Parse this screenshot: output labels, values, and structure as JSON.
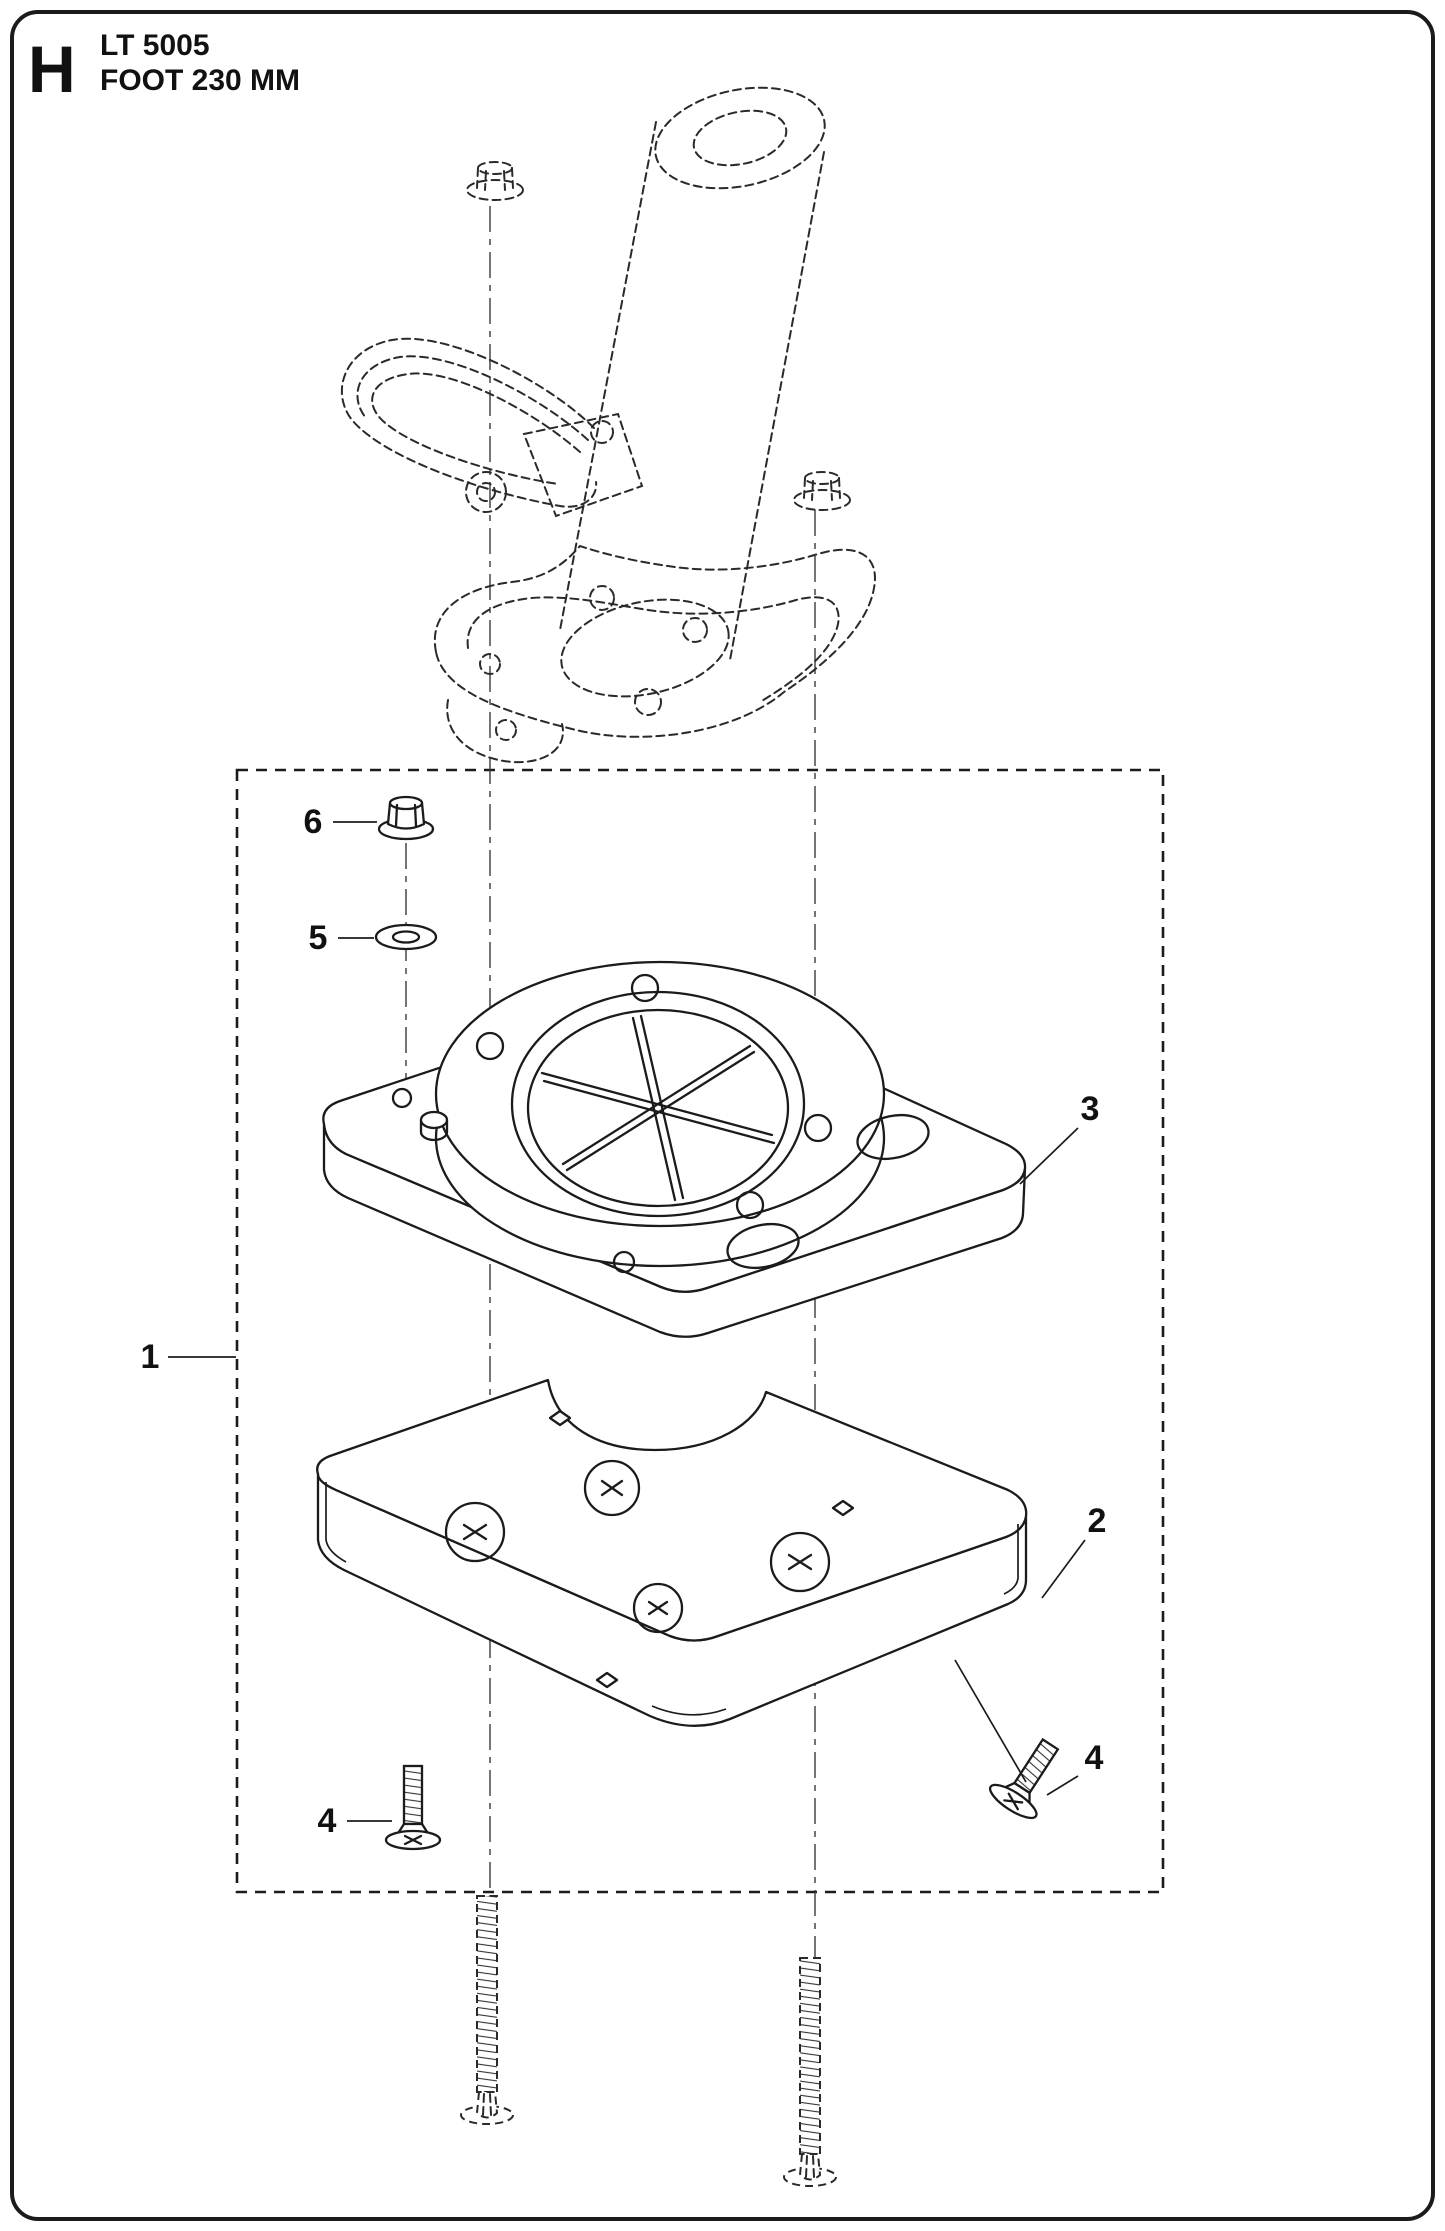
{
  "header": {
    "section_letter": "H",
    "model": "LT 5005",
    "part_name": "FOOT 230 MM"
  },
  "part_labels": {
    "p1": "1",
    "p2": "2",
    "p3": "3",
    "p4_left": "4",
    "p4_right": "4",
    "p5": "5",
    "p6": "6"
  },
  "colors": {
    "line": "#1b1b1b",
    "background": "#ffffff"
  }
}
